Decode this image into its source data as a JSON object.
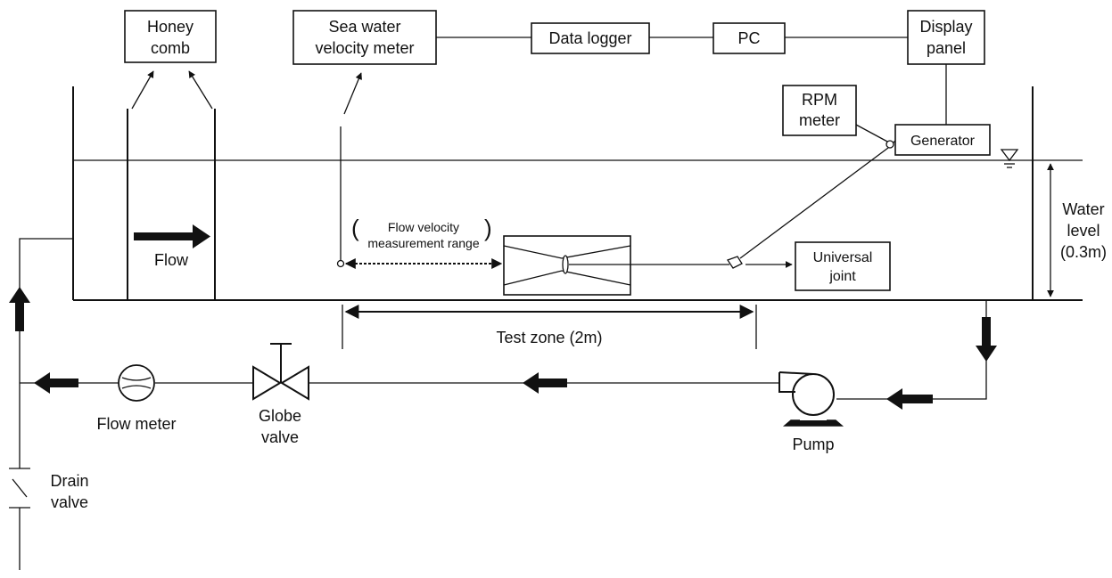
{
  "boxes": {
    "honeycomb": {
      "line1": "Honey",
      "line2": "comb"
    },
    "velocity_meter": {
      "line1": "Sea water",
      "line2": "velocity meter"
    },
    "data_logger": {
      "label": "Data logger"
    },
    "pc": {
      "label": "PC"
    },
    "display_panel": {
      "line1": "Display",
      "line2": "panel"
    },
    "rpm_meter": {
      "line1": "RPM",
      "line2": "meter"
    },
    "generator": {
      "label": "Generator"
    },
    "universal_joint": {
      "line1": "Universal",
      "line2": "joint"
    }
  },
  "labels": {
    "flow": "Flow",
    "flow_range_line1": "Flow velocity",
    "flow_range_line2": "measurement range",
    "test_zone": "Test zone (2m)",
    "water_level_line1": "Water",
    "water_level_line2": "level",
    "water_level_line3": "(0.3m)",
    "flow_meter": "Flow meter",
    "globe_valve_line1": "Globe",
    "globe_valve_line2": "valve",
    "pump": "Pump",
    "drain_valve_line1": "Drain",
    "drain_valve_line2": "valve"
  }
}
